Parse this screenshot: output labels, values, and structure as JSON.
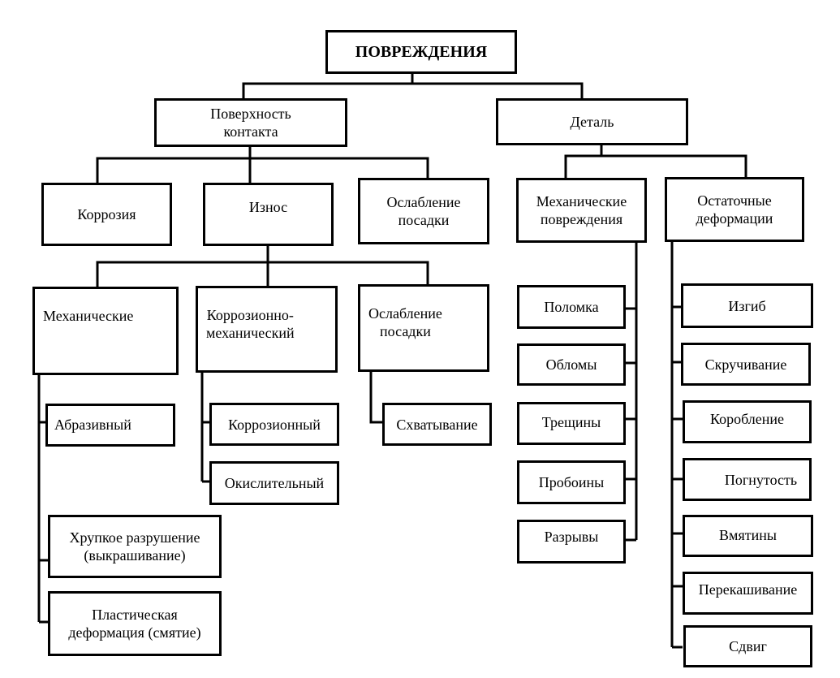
{
  "diagram": {
    "title": "ПОВРЕЖДЕНИЯ",
    "surface": {
      "label": "Поверхность\nконтакта",
      "corrosion": "Коррозия",
      "wear": "Износ",
      "fit_loosening": "Ослабление\nпосадки"
    },
    "wear_types": {
      "mechanical": "Механические",
      "corrosion_mechanical": "Коррозионно-\nмеханический",
      "fit_loosening": "Ослабление\nпосадки"
    },
    "mechanical_sub": {
      "abrasive": "Абразивный",
      "brittle": "Хрупкое разрушение\n(выкрашивание)",
      "plastic": "Пластическая\nдеформация (смятие)"
    },
    "corrosion_mech_sub": {
      "corrosive": "Коррозионный",
      "oxidative": "Окислительный"
    },
    "fit_sub": {
      "seizure": "Схватывание"
    },
    "part": {
      "label": "Деталь",
      "mech_damage": "Механические\nповреждения",
      "residual": "Остаточные\nдеформации"
    },
    "mech_damage_list": [
      "Поломка",
      "Обломы",
      "Трещины",
      "Пробоины",
      "Разрывы"
    ],
    "residual_list": [
      "Изгиб",
      "Скручивание",
      "Коробление",
      "Погнутость",
      "Вмятины",
      "Перекашивание",
      "Сдвиг"
    ]
  }
}
